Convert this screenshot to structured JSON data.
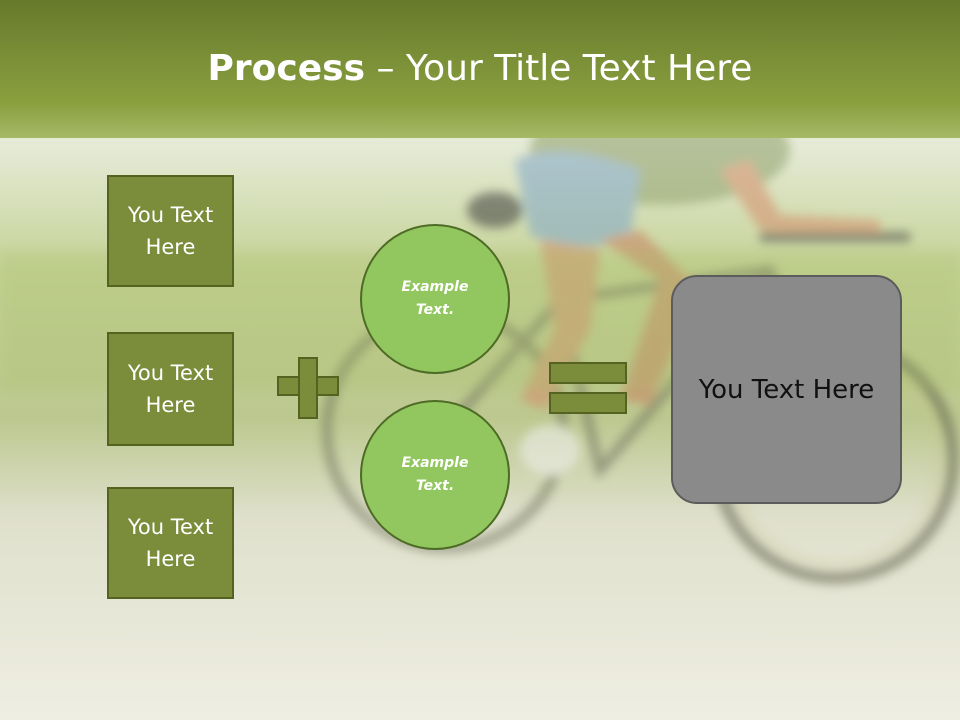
{
  "title": {
    "bold": "Process",
    "rest": " – Your Title Text Here"
  },
  "boxes": [
    {
      "label": "You Text Here"
    },
    {
      "label": "You Text Here"
    },
    {
      "label": "You Text Here"
    }
  ],
  "circles": [
    {
      "label": "Example Text."
    },
    {
      "label": "Example Text."
    }
  ],
  "result": {
    "label": "You Text Here"
  },
  "colors": {
    "header_green": "#6f8330",
    "box_fill": "#7b8c3a",
    "box_border": "#556320",
    "circle_fill": "#92c65e",
    "circle_border": "#4e6b26",
    "result_fill": "#8a8a8a"
  },
  "icons": [
    "plus-sign",
    "equals-sign"
  ],
  "background": "blurred cyclist riding a bicycle"
}
